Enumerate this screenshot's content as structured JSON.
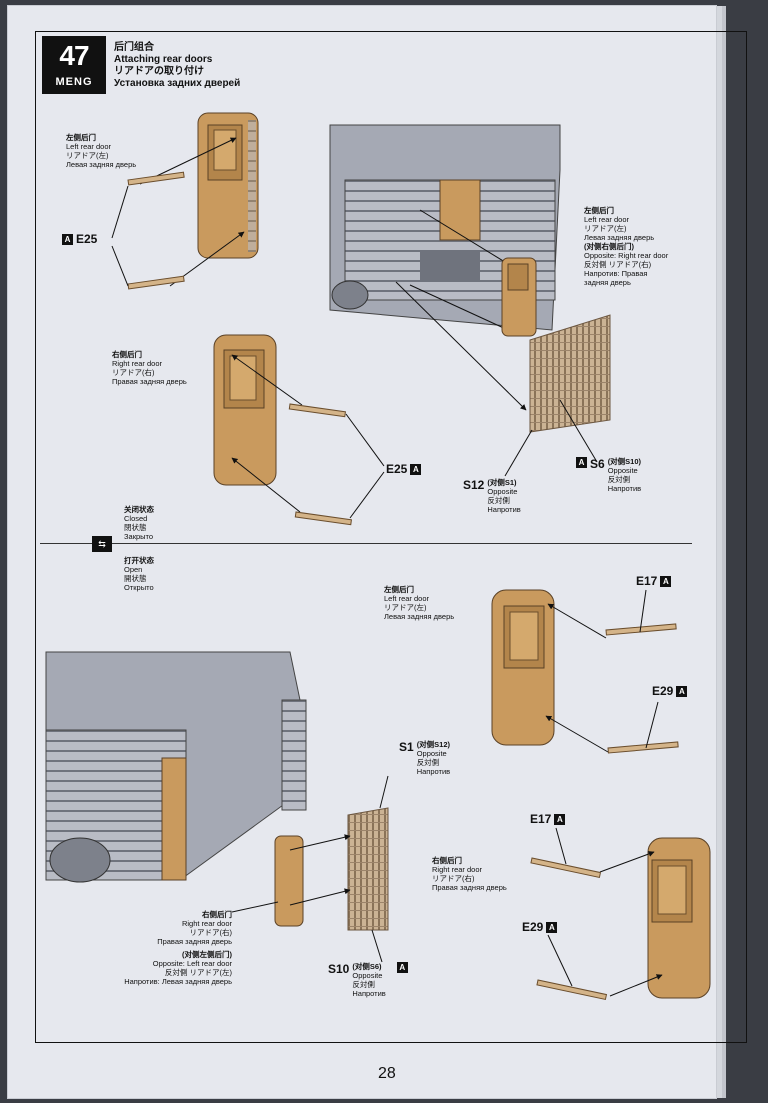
{
  "step": {
    "number": "47",
    "brand": "MENG"
  },
  "title": {
    "zh": "后门组合",
    "en": "Attaching rear doors",
    "ja": "リアドアの取り付け",
    "ru": "Установка задних дверей"
  },
  "labels": {
    "left_door_top": {
      "zh": "左侧后门",
      "en": "Left rear door",
      "ja": "リアドア(左)",
      "ru": "Левая задняя дверь"
    },
    "right_door_top": {
      "zh": "右侧后门",
      "en": "Right rear door",
      "ja": "リアドア(右)",
      "ru": "Правая задняя дверь"
    },
    "left_door_right": {
      "zh": "左侧后门",
      "en": "Left rear door",
      "ja": "リアドア(左)",
      "ru": "Левая задняя дверь",
      "opp_zh": "(对侧右侧后门)",
      "opp_en": "Opposite: Right rear door",
      "opp_ja": "反対側 リアドア(右)",
      "opp_ru": "Напротив: Правая",
      "opp_ru2": "задняя дверь"
    },
    "closed": {
      "zh": "关闭状态",
      "en": "Closed",
      "ja": "閉状態",
      "ru": "Закрыто"
    },
    "open": {
      "zh": "打开状态",
      "en": "Open",
      "ja": "開状態",
      "ru": "Открыто"
    },
    "left_door_bottom": {
      "zh": "左侧后门",
      "en": "Left rear door",
      "ja": "リアドア(左)",
      "ru": "Левая задняя дверь"
    },
    "right_door_bottom": {
      "zh": "右侧后门",
      "en": "Right rear door",
      "ja": "リアドア(右)",
      "ru": "Правая задняя дверь"
    },
    "right_door_bottom_left": {
      "zh": "右侧后门",
      "en": "Right rear door",
      "ja": "リアドア(右)",
      "ru": "Правая задняя дверь",
      "opp_zh": "(对侧左侧后门)",
      "opp_en": "Opposite: Left rear door",
      "opp_ja": "反対側 リアドア(左)",
      "opp_ru": "Напротив: Левая задняя дверь"
    }
  },
  "parts": {
    "e25_a": {
      "code": "E25",
      "sprue": "A"
    },
    "e25_b": {
      "code": "E25",
      "sprue": "A"
    },
    "s6": {
      "code": "S6",
      "sprue": "A",
      "note_zh": "(对侧S10)",
      "opp_en": "Opposite",
      "opp_ja": "反対側",
      "opp_ru": "Напротив"
    },
    "s12": {
      "code": "S12",
      "note_zh": "(对侧S1)",
      "opp_en": "Opposite",
      "opp_ja": "反対側",
      "opp_ru": "Напротив"
    },
    "e17_a": {
      "code": "E17",
      "sprue": "A"
    },
    "e29_a": {
      "code": "E29",
      "sprue": "A"
    },
    "s1": {
      "code": "S1",
      "note_zh": "(对侧S12)",
      "opp_en": "Opposite",
      "opp_ja": "反対側",
      "opp_ru": "Напротив"
    },
    "e17_b": {
      "code": "E17",
      "sprue": "A"
    },
    "e29_b": {
      "code": "E29",
      "sprue": "A"
    },
    "s10": {
      "code": "S10",
      "sprue": "A",
      "note_zh": "(对侧S6)",
      "opp_en": "Opposite",
      "opp_ja": "反対側",
      "opp_ru": "Напротив"
    }
  },
  "page_number": "28",
  "colors": {
    "door": "#c99a5e",
    "hull": "#9ea2ad",
    "grille": "#c3a889",
    "ink": "#111111"
  }
}
